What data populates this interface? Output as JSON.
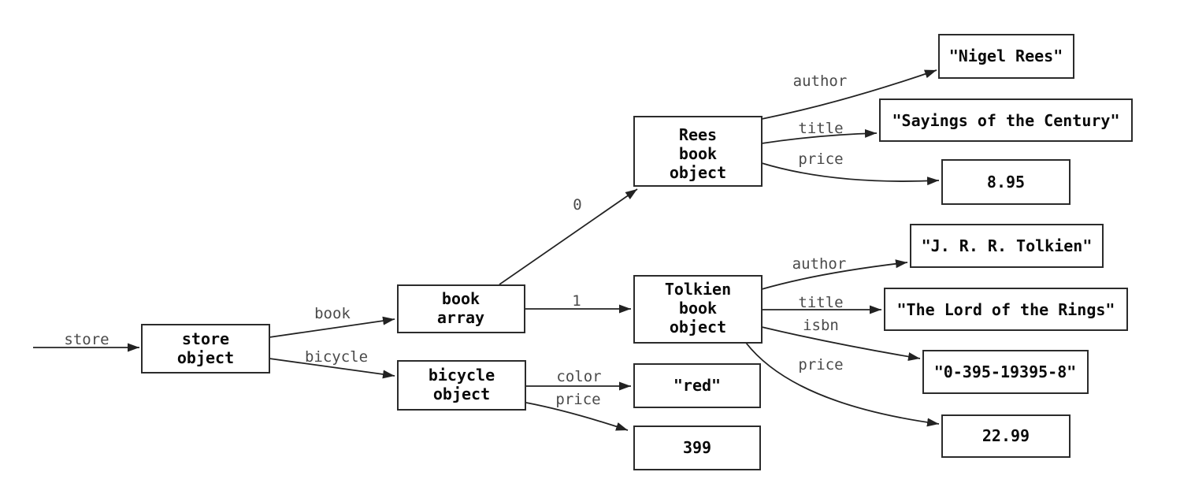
{
  "nodes": {
    "store_object": {
      "line1": "store",
      "line2": "object"
    },
    "book_array": {
      "line1": "book",
      "line2": "array"
    },
    "bicycle_object": {
      "line1": "bicycle",
      "line2": "object"
    },
    "rees_book_object": {
      "line1": "Rees",
      "line2": "book",
      "line3": "object"
    },
    "tolkien_book_object": {
      "line1": "Tolkien",
      "line2": "book",
      "line3": "object"
    },
    "rees_author_value": {
      "text": "\"Nigel Rees\""
    },
    "rees_title_value": {
      "text": "\"Sayings of the Century\""
    },
    "rees_price_value": {
      "text": "8.95"
    },
    "tolkien_author_value": {
      "text": "\"J. R. R. Tolkien\""
    },
    "tolkien_title_value": {
      "text": "\"The Lord of the Rings\""
    },
    "tolkien_isbn_value": {
      "text": "\"0-395-19395-8\""
    },
    "tolkien_price_value": {
      "text": "22.99"
    },
    "bicycle_color_value": {
      "text": "\"red\""
    },
    "bicycle_price_value": {
      "text": "399"
    }
  },
  "edge_labels": {
    "root": "store",
    "book": "book",
    "bicycle": "bicycle",
    "index_0": "0",
    "index_1": "1",
    "rees_author": "author",
    "rees_title": "title",
    "rees_price": "price",
    "tolkien_author": "author",
    "tolkien_title": "title",
    "tolkien_isbn": "isbn",
    "tolkien_price": "price",
    "bicycle_color": "color",
    "bicycle_price": "price"
  },
  "colors": {
    "background": "#ffffff",
    "edge_line": "#222222",
    "box_border": "#2b2b2b",
    "box_text": "#0a0a0a",
    "edge_label_text": "#4a4a4a"
  }
}
